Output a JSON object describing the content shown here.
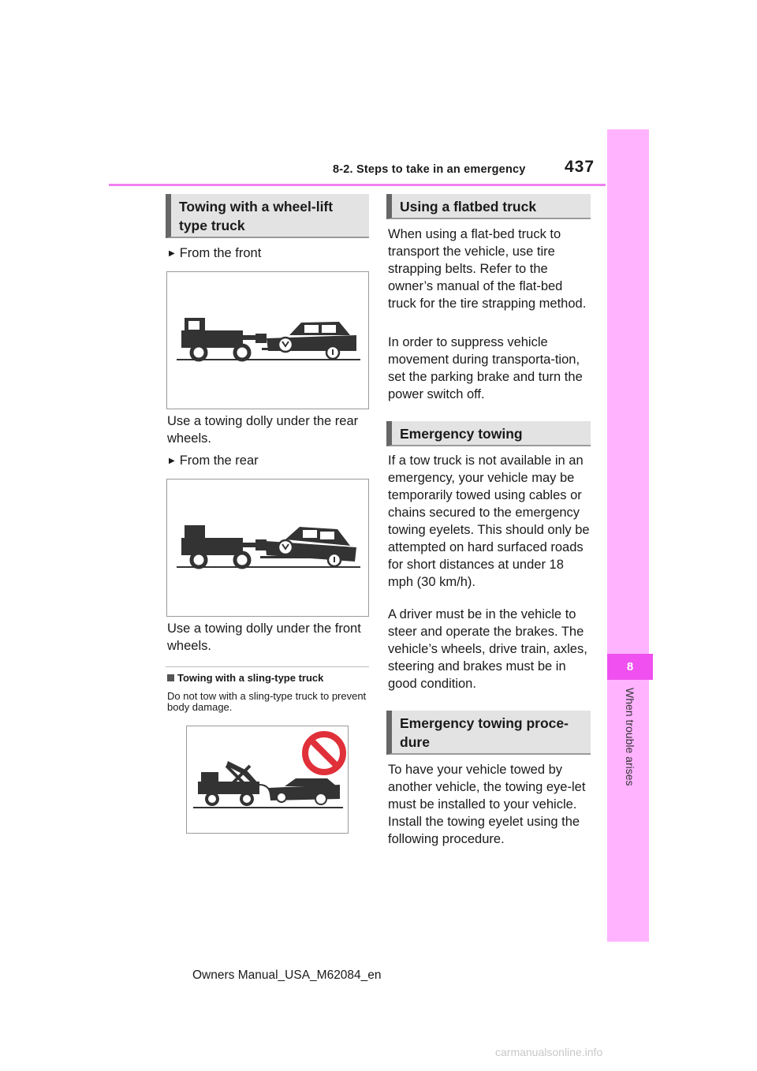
{
  "header": {
    "section_title": "8-2. Steps to take in an emergency",
    "page_number": "437"
  },
  "side_tab": {
    "chapter_number": "8",
    "chapter_title": "When trouble arises"
  },
  "left_column": {
    "heading": "Towing with a wheel-lift type truck",
    "from_front_label": "From the front",
    "front_caption": "Use a towing dolly under the rear wheels.",
    "from_rear_label": "From the rear",
    "rear_caption": "Use a towing dolly under the front wheels.",
    "sling_heading": "Towing with a sling-type truck",
    "sling_text": "Do not tow with a sling-type truck to prevent body damage."
  },
  "right_column": {
    "flatbed_heading": "Using a flatbed truck",
    "flatbed_p1": "When using a flat-bed truck to transport the vehicle, use tire strapping belts. Refer to the owner’s manual of the flat-bed truck for the tire strapping method.",
    "flatbed_p2": "In order to suppress vehicle movement during transporta-tion, set the parking brake and turn the power switch off.",
    "emergency_heading": "Emergency towing",
    "emergency_p1": "If a tow truck is not available in an emergency, your vehicle may be temporarily towed using cables or chains secured to the emergency towing eyelets. This should only be attempted on hard surfaced roads for short distances at under 18 mph (30 km/h).",
    "emergency_p2": "A driver must be in the vehicle to steer and operate the brakes. The vehicle’s wheels, drive train, axles, steering and brakes must be in good condition.",
    "procedure_heading": "Emergency towing proce-dure",
    "procedure_p1": "To have your vehicle towed by another vehicle, the towing eye-let must be installed to your vehicle. Install the towing eyelet using the following procedure."
  },
  "footer": {
    "manual_id": "Owners Manual_USA_M62084_en"
  },
  "watermark": "carmanualsonline.info",
  "colors": {
    "accent_pink": "#f080f0",
    "side_tab": "#ffb3ff",
    "chapter_tab": "#f050f0",
    "heading_bg": "#e3e3e3",
    "prohibit_red": "#e0303a"
  },
  "icons": {
    "bullet": "triangle-right-icon",
    "prohibit": "prohibition-icon",
    "square": "square-bullet-icon"
  }
}
